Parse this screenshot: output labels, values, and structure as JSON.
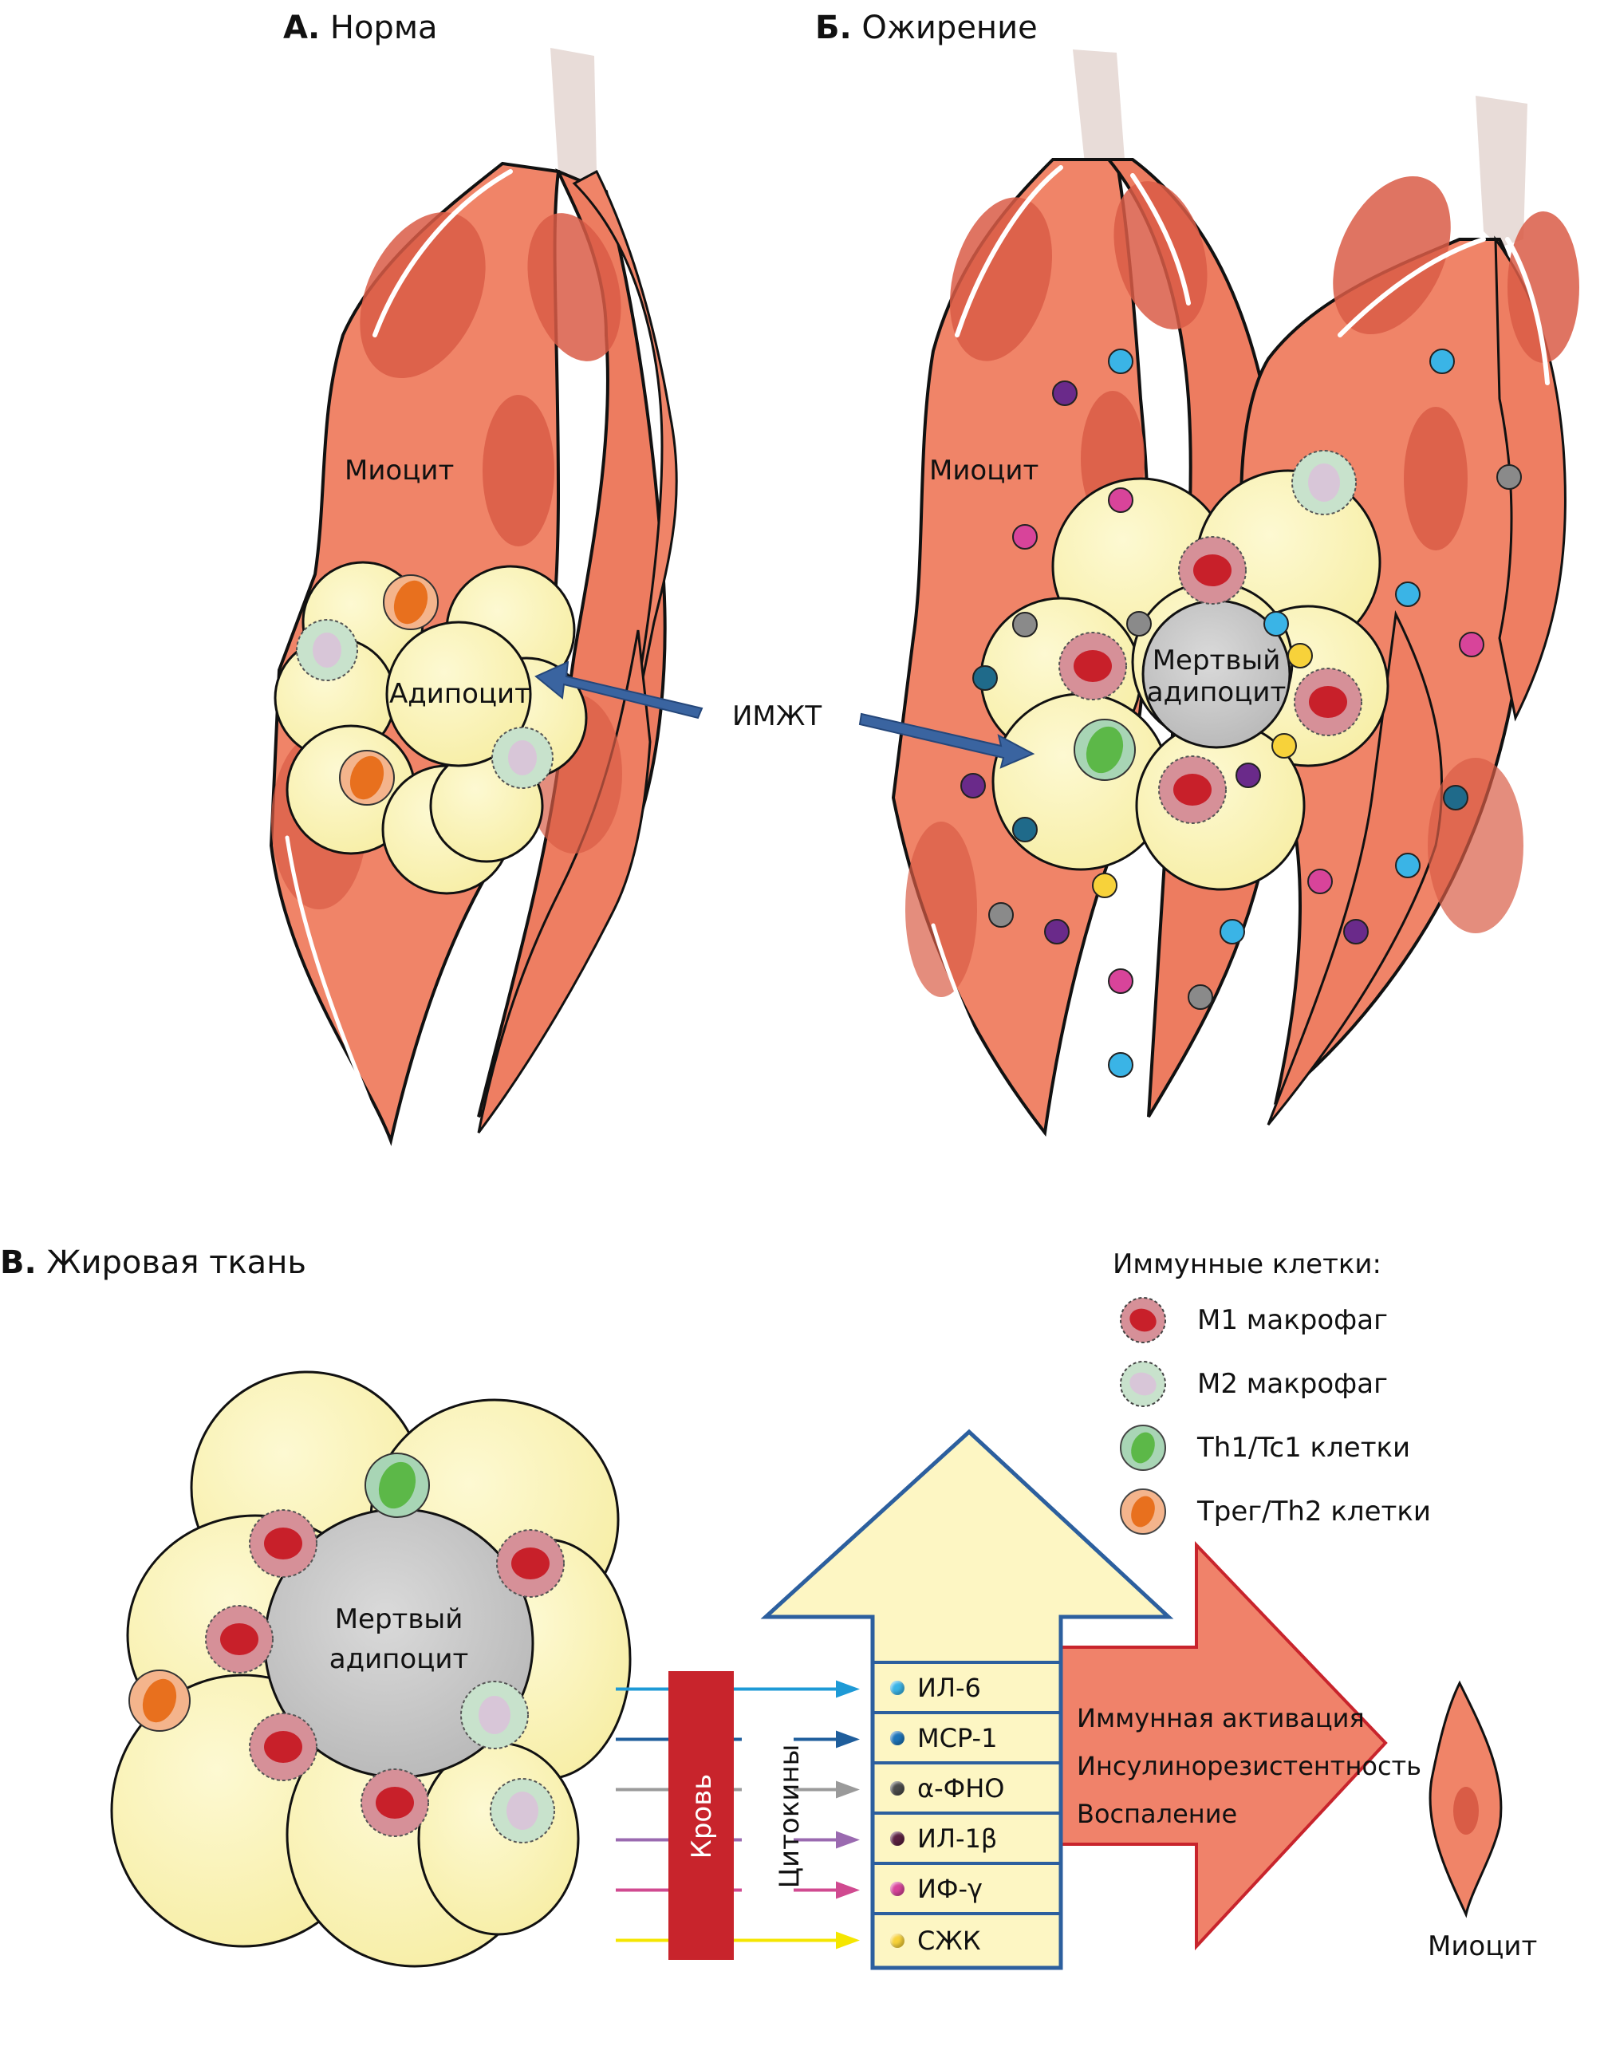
{
  "panels": {
    "a": {
      "letter": "А.",
      "title": "Норма",
      "myocyte_label": "Миоцит",
      "adipocyte_label": "Адипоцит"
    },
    "b": {
      "letter": "Б.",
      "title": "Ожирение",
      "myocyte_label": "Миоцит",
      "dead_adipocyte_label": [
        "Мертвый",
        "адипоцит"
      ]
    },
    "c": {
      "letter": "В.",
      "title": "Жировая ткань",
      "dead_adipocyte_label": [
        "Мертвый",
        "адипоцит"
      ],
      "myocyte_label": "Миоцит"
    }
  },
  "imat_label": "ИМЖТ",
  "legend": {
    "title": "Иммунные клетки:",
    "items": [
      {
        "label": "М1 макрофаг",
        "icon": "m1-macrophage-icon",
        "color": "#c8202a"
      },
      {
        "label": "М2 макрофаг",
        "icon": "m2-macrophage-icon",
        "color": "#a8d5b5"
      },
      {
        "label": "Th1/Tc1 клетки",
        "icon": "th1-tc1-cell-icon",
        "color": "#5cb848"
      },
      {
        "label": "Трег/Th2 клетки",
        "icon": "treg-th2-cell-icon",
        "color": "#e8701e"
      }
    ]
  },
  "blood_label": "Кровь",
  "cytokines_label": "Цитокины",
  "cytokines": [
    {
      "name": "ИЛ-6",
      "color": "#3ab4e6",
      "arrow_color": "#1e9ad6"
    },
    {
      "name": "MCP-1",
      "color": "#1c73b8",
      "arrow_color": "#1f5e9c"
    },
    {
      "name": "α-ФНО",
      "color": "#4a4a4a",
      "arrow_color": "#9a9a9a"
    },
    {
      "name": "ИЛ-1β",
      "color": "#5a2040",
      "arrow_color": "#9a6ab0"
    },
    {
      "name": "ИФ-γ",
      "color": "#d8449a",
      "arrow_color": "#d04a90"
    },
    {
      "name": "СЖК",
      "color": "#f7d23a",
      "arrow_color": "#f5e600"
    }
  ],
  "effects": [
    "Иммунная активация",
    "Инсулинорезистентность",
    "Воспаление"
  ],
  "colors": {
    "muscle": "#f08468",
    "muscle_dark": "#dd5f4a",
    "tendon": "#e8dcd8",
    "adipocyte": "#fbf4b8",
    "adipocyte_rim": "#f0a020",
    "dead_adipocyte": "#cfcfcf",
    "blood": "#c8242c",
    "yellow_arrow": "#fdf6c3",
    "yellow_arrow_border": "#2c5f9e",
    "red_arrow": "#f0826a",
    "red_arrow_border": "#c8242c",
    "imat_arrow": "#3a64a0"
  }
}
